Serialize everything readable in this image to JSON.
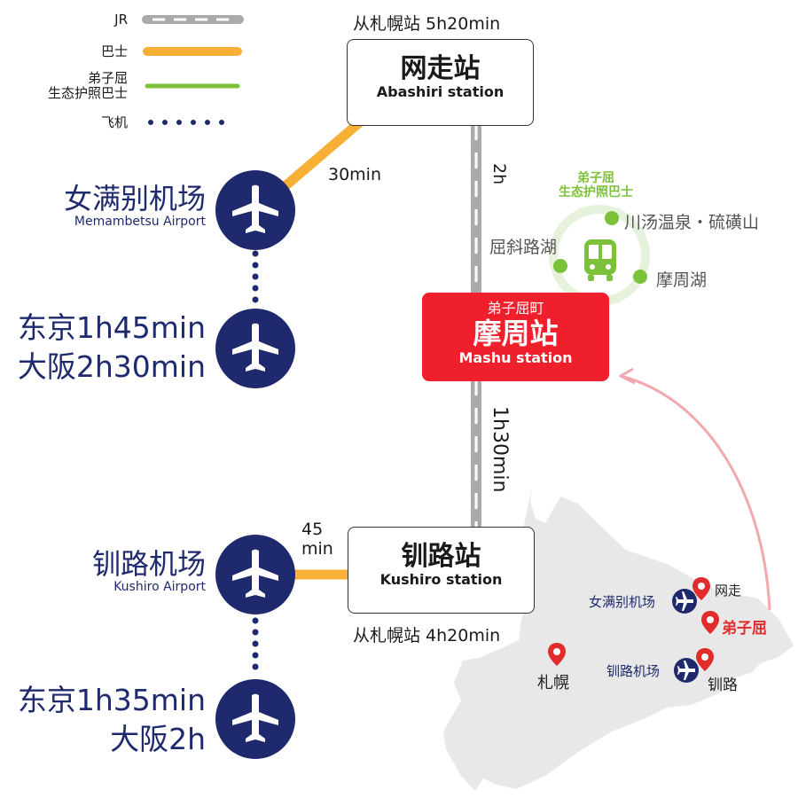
{
  "legend": {
    "jr": "JR",
    "bus": "巴士",
    "eco_bus_line1": "弟子屈",
    "eco_bus_line2": "生态护照巴士",
    "flight": "飞机"
  },
  "colors": {
    "bus": "#f7b035",
    "eco_bus": "#7cc13a",
    "flight": "#1f2a6e",
    "mashu_red": "#ef1f2b",
    "rail_gray": "#aaaaaa",
    "arrow_pink": "#f2a9ae"
  },
  "abashiri": {
    "from_sapporo": "从札幌站 5h20min",
    "name": "网走站",
    "name_en": "Abashiri station"
  },
  "mashu": {
    "town": "弟子屈町",
    "name": "摩周站",
    "name_en": "Mashu station"
  },
  "kushiro": {
    "name": "钏路站",
    "name_en": "Kushiro station",
    "from_sapporo": "从札幌站 4h20min"
  },
  "times": {
    "abashiri_mashu": "2h",
    "mashu_kushiro": "1h30min",
    "memambetsu_bus": "30min",
    "kushiro_bus_line1": "45",
    "kushiro_bus_line2": "min"
  },
  "memambetsu_airport": {
    "name": "女满别机场",
    "name_en": "Memambetsu Airport",
    "dest_line1": "东京1h45min",
    "dest_line2": "大阪2h30min"
  },
  "kushiro_airport": {
    "name": "钏路机场",
    "name_en": "Kushiro Airport",
    "dest_line1": "东京1h35min",
    "dest_line2": "大阪2h"
  },
  "eco_bus": {
    "title_line1": "弟子屈",
    "title_line2": "生态护照巴士",
    "stops": [
      "川汤温泉・硫磺山",
      "屈斜路湖",
      "摩周湖"
    ],
    "icon": "bus-icon"
  },
  "map": {
    "abashiri": "网走",
    "memambetsu": "女满别机场",
    "teshikaga": "弟子屈",
    "sapporo": "札幌",
    "kushiro_airport": "钏路机场",
    "kushiro": "钏路",
    "pin_icon": "map-pin-icon",
    "plane_icon": "plane-icon"
  }
}
